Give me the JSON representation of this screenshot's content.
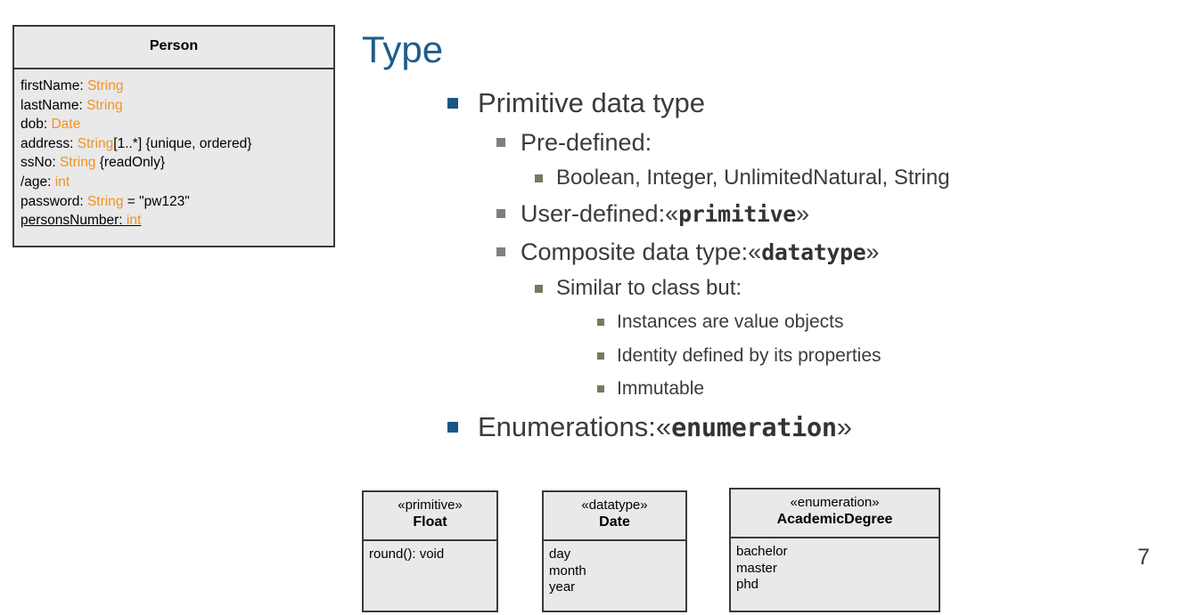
{
  "slide": {
    "title": "Type",
    "page_number": "7",
    "colors": {
      "title_blue": "#1F5C8B",
      "bullet_level1": "#175786",
      "bullet_level2": "#7f7f7f",
      "bullet_level3": "#767a5b",
      "type_orange": "#F29222",
      "box_fill": "#e9e9e9",
      "box_border": "#3a3a3a",
      "body_text": "#3b3b3b"
    }
  },
  "person_class": {
    "name": "Person",
    "attributes": [
      {
        "name": "firstName: ",
        "type": "String",
        "tail": ""
      },
      {
        "name": "lastName: ",
        "type": "String",
        "tail": ""
      },
      {
        "name": "dob: ",
        "type": "Date",
        "tail": ""
      },
      {
        "name": "address: ",
        "type": "String",
        "tail": "[1..*] {unique, ordered}"
      },
      {
        "name": "ssNo: ",
        "type": "String",
        "tail": " {readOnly}"
      },
      {
        "name": "/age: ",
        "type": "int",
        "tail": ""
      },
      {
        "name": "password: ",
        "type": "String",
        "tail": " = \"pw123\""
      },
      {
        "name": "personsNumber: ",
        "type": "int",
        "tail": "",
        "static": true
      }
    ]
  },
  "bullets": [
    {
      "level": 1,
      "text": "Primitive data type"
    },
    {
      "level": 2,
      "text": "Pre-defined:"
    },
    {
      "level": 3,
      "text": "Boolean, Integer, UnlimitedNatural, String"
    },
    {
      "level": 2,
      "text": "User-defined: ",
      "stereotype": "primitive"
    },
    {
      "level": 2,
      "text": "Composite data type: ",
      "stereotype": "datatype"
    },
    {
      "level": 3,
      "text": "Similar to class but:"
    },
    {
      "level": 4,
      "text": "Instances are value objects"
    },
    {
      "level": 4,
      "text": "Identity defined by its properties"
    },
    {
      "level": 4,
      "text": "Immutable"
    },
    {
      "level": 1,
      "text": "Enumerations: ",
      "stereotype": "enumeration"
    }
  ],
  "example_classes": [
    {
      "stereotype": "«primitive»",
      "name": "Float",
      "members": [
        "round(): void"
      ]
    },
    {
      "stereotype": "«datatype»",
      "name": "Date",
      "members": [
        "day",
        "month",
        "year"
      ]
    },
    {
      "stereotype": "«enumeration»",
      "name": "AcademicDegree",
      "members": [
        "bachelor",
        "master",
        "phd"
      ]
    }
  ]
}
